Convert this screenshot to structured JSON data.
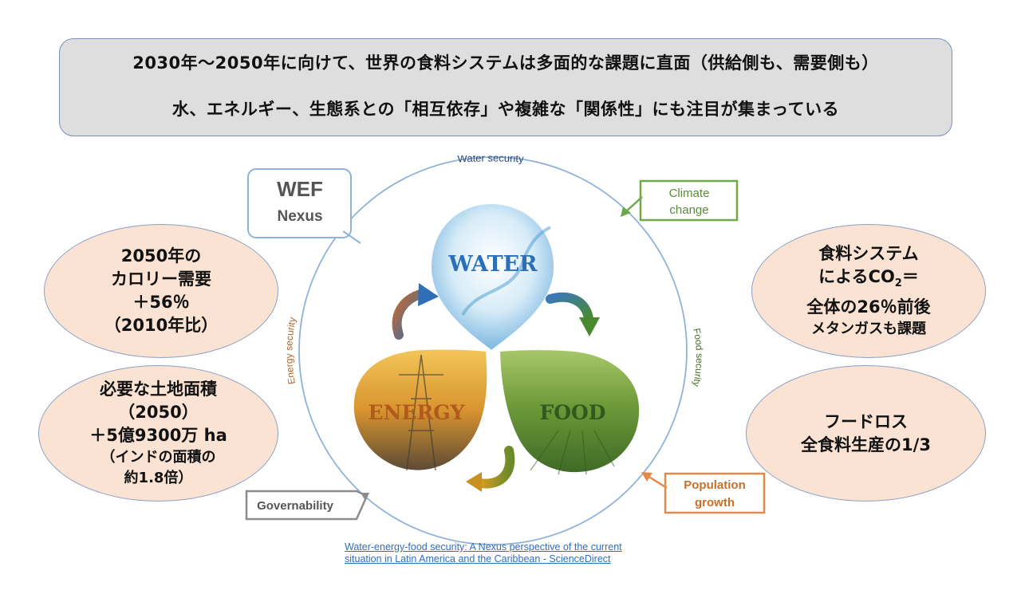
{
  "header": {
    "line1": "2030年～2050年に向けて、世界の食料システムは多面的な課題に直面（供給側も、需要側も）",
    "line2": "水、エネルギー、生態系との「相互依存」や複雑な「関係性」にも注目が集まっている"
  },
  "left_ovals": {
    "calorie": {
      "line1": "2050年の",
      "line2": "カロリー需要",
      "line3": "＋56％",
      "line4": "（2010年比）"
    },
    "land": {
      "line1": "必要な土地面積",
      "line2": "（2050）",
      "line3": "＋5億9300万 ha",
      "line4": "（インドの面積の",
      "line5": "約1.8倍）"
    }
  },
  "right_ovals": {
    "co2": {
      "line1": "食料システム",
      "line2_pre": "によるCO",
      "line2_sub": "2",
      "line2_post": "＝",
      "line3": "全体の26％前後",
      "line4": "メタンガスも課題"
    },
    "foodloss": {
      "line1": "フードロス",
      "line2": "全食料生産の1/3"
    }
  },
  "diagram": {
    "wef_title": "WEF",
    "wef_subtitle": "Nexus",
    "water_security": "Water security",
    "energy_security": "Energy security",
    "food_security": "Food security",
    "climate_line1": "Climate",
    "climate_line2": "change",
    "population_line1": "Population",
    "population_line2": "growth",
    "governability": "Governability",
    "water_label": "WATER",
    "energy_label": "ENERGY",
    "food_label": "FOOD"
  },
  "citation": {
    "line1": "Water-energy-food security: A Nexus perspective of the current",
    "line2": "situation in Latin America and the Caribbean - ScienceDirect"
  },
  "colors": {
    "climate_green": "#6fa84a",
    "population_orange": "#e3894a",
    "governability_gray": "#8c8c8c",
    "circle_blue": "#8fb3d8",
    "oval_fill": "#fbe3d4"
  }
}
